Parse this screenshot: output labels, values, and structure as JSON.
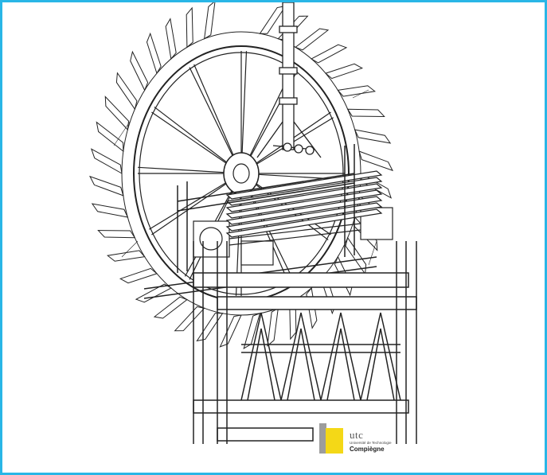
{
  "illustration": {
    "subject": "wooden-water-wheel-icon",
    "frame_color": "#29b6e6"
  },
  "logo": {
    "brand": "utc",
    "line1": "Université de Technologie",
    "line2": "Compiègne",
    "accent_color": "#f4d817",
    "secondary_color": "#9d9d9d"
  }
}
